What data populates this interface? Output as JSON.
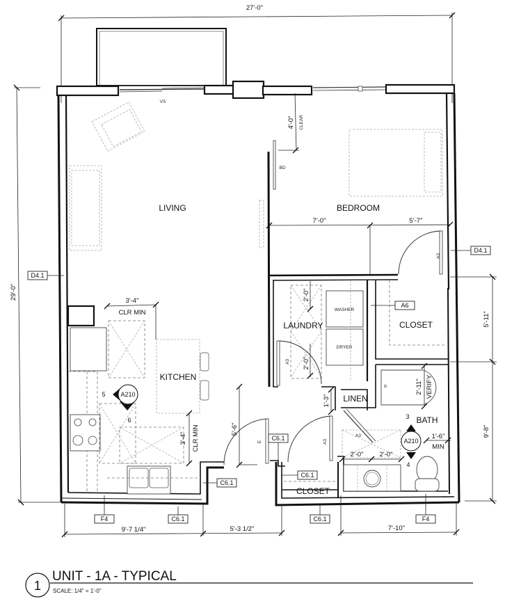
{
  "drawing": {
    "number": "1",
    "title": "UNIT - 1A - TYPICAL",
    "scale": "SCALE: 1/4\" = 1'-0\""
  },
  "rooms": {
    "living": "LIVING",
    "bedroom": "BEDROOM",
    "kitchen": "KITCHEN",
    "laundry": "LAUNDRY",
    "closet_bedroom": "CLOSET",
    "linen": "LINEN",
    "bath": "BATH",
    "closet_entry": "CLOSET"
  },
  "fixtures": {
    "washer": "WASHER",
    "dryer": "DRYER"
  },
  "dimensions": {
    "overall_width": "27'-0\"",
    "overall_depth": "29'-0\"",
    "bedroom_clear": "4'-0\"",
    "bedroom_clear_label": "CLEAR",
    "bedroom_left": "7'-0\"",
    "bedroom_right": "5'-7\"",
    "right_upper": "5'-11\"",
    "right_lower": "9'-8\"",
    "kitchen_clr_top": "3'-4\"",
    "kitchen_clr_top_label": "CLR MIN",
    "kitchen_clr_side": "3'-4\"",
    "kitchen_clr_side_label": "CLR MIN",
    "entry_depth": "5'-6\"",
    "laundry_upper": "2'-0\"",
    "laundry_lower": "2'-0\"",
    "tub": "2'-11\"",
    "tub_label": "VERIFY",
    "linen": "1'-3\"",
    "bath_clear_left": "2'-0\"",
    "bath_clear_right": "2'-0\"",
    "bath_min": "1'-6\"",
    "bath_min_label": "MIN",
    "bottom_left": "9'-7 1/4\"",
    "bottom_mid": "5'-3 1/2\"",
    "bottom_right": "7'-10\""
  },
  "tags": {
    "vs": "VS",
    "bd": "BD",
    "d41_left": "D4.1",
    "d41_right": "D4.1",
    "a6": "A6",
    "a3_bedroom": "A3",
    "a3_laundry": "A3",
    "a3_bath": "A3",
    "a3_closet": "A3",
    "e_entry": "E",
    "c61_entry": "C6.1",
    "c61_closet": "C6.1",
    "c61_kitchen": "C6.1",
    "c61_bottom_left": "C6.1",
    "c61_bottom_right": "C6.1",
    "f4_left": "F4",
    "f4_right": "F4"
  },
  "elevation_markers": [
    {
      "ref": "A210",
      "left_num": "5",
      "bottom_num": "6"
    },
    {
      "ref": "A210",
      "top_num": "3",
      "bottom_num": "4"
    }
  ]
}
